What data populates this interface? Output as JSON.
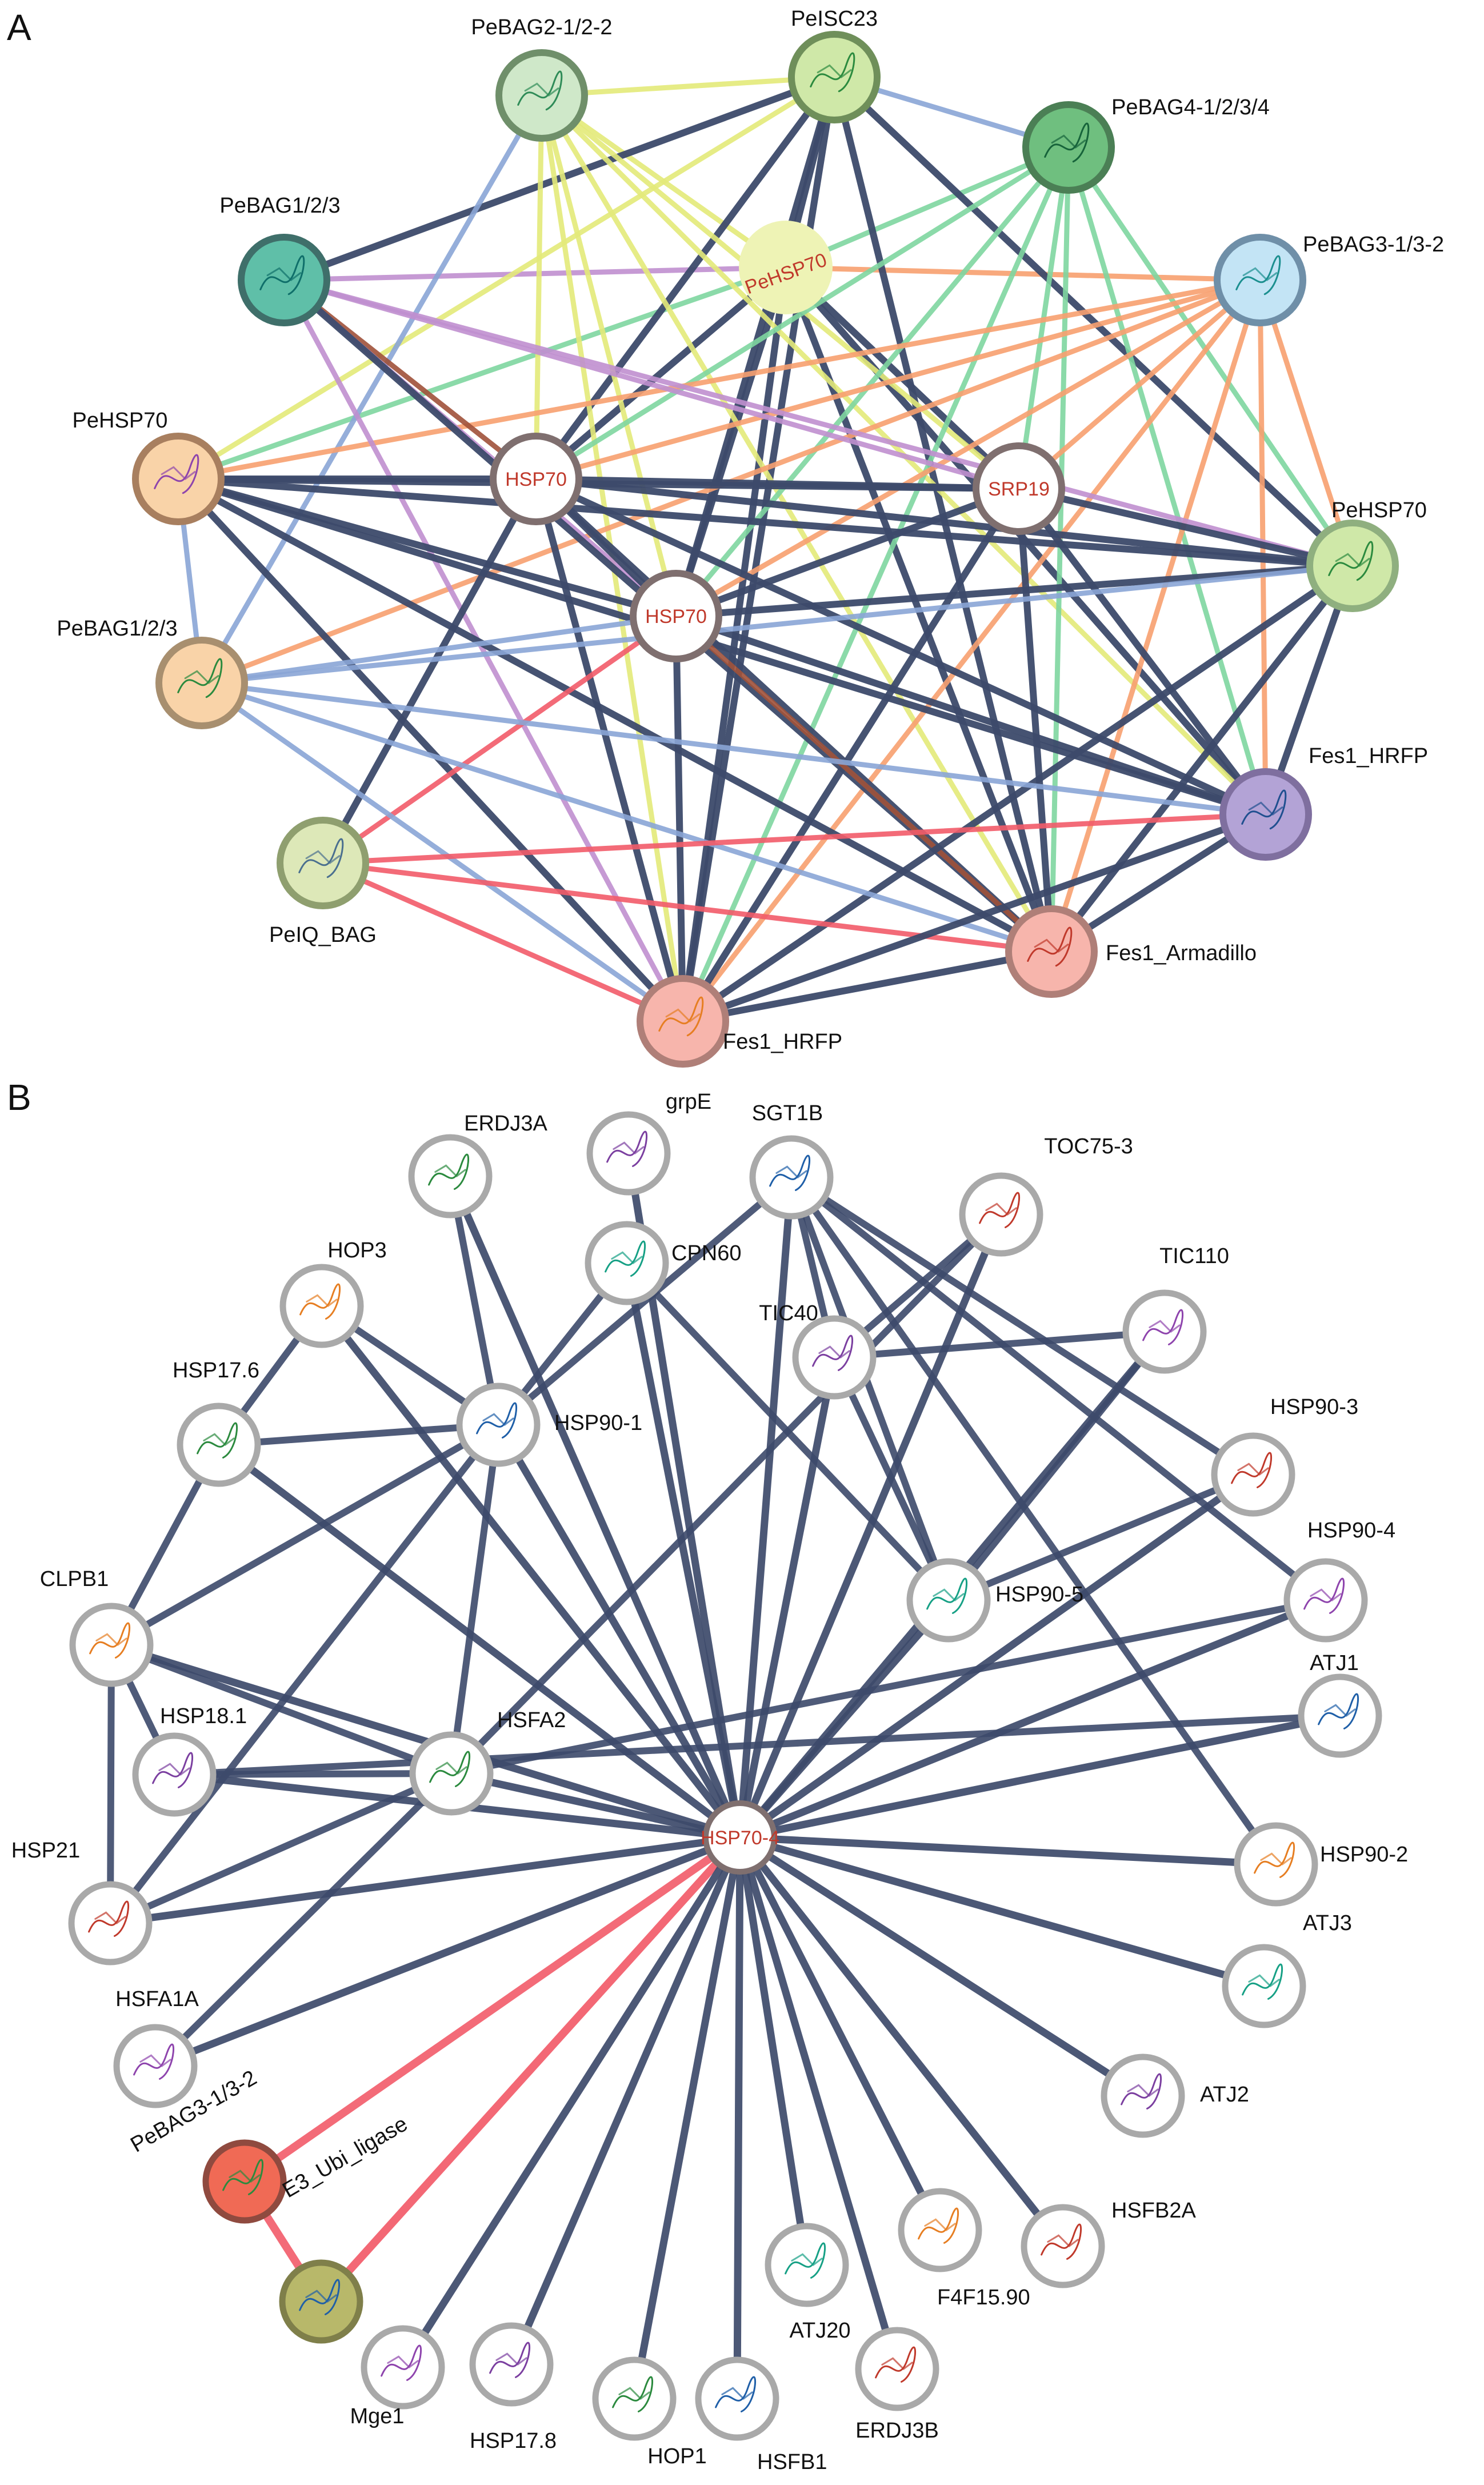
{
  "panels": {
    "A": {
      "label": "A",
      "nodes": [
        {
          "id": "bag2",
          "label": "PeBAG2-1/2-2",
          "fill": "#cfe8c9",
          "ring": "#6f8f6a",
          "glyph": "#2e8b57"
        },
        {
          "id": "isc23",
          "label": "PeISC23",
          "fill": "#cfe8a8",
          "ring": "#6f8f5a",
          "glyph": "#2b8a3e"
        },
        {
          "id": "bag4",
          "label": "PeBAG4-1/2/3/4",
          "fill": "#6fbf7f",
          "ring": "#4b7f55",
          "glyph": "#16633a"
        },
        {
          "id": "bag3",
          "label": "PeBAG3-1/3-2",
          "fill": "#c3e4f5",
          "ring": "#6f8fa8",
          "glyph": "#1b8f8f"
        },
        {
          "id": "bag1a",
          "label": "PeBAG1/2/3",
          "fill": "#5fbfa8",
          "ring": "#3f6f6a",
          "glyph": "#0f6f6a"
        },
        {
          "id": "hsp70top",
          "label": "PeHSP70",
          "fill": "#eef3b5",
          "ring": "#eef3b5",
          "glyph": "#c0392b"
        },
        {
          "id": "hsp70l",
          "label": "PeHSP70",
          "fill": "#f9d3a8",
          "ring": "#a87f5f",
          "glyph": "#8e44ad"
        },
        {
          "id": "hsp70c1",
          "label": "HSP70",
          "fill": "#ffffff",
          "ring": "#7f6f6f",
          "glyph": "#c0392b"
        },
        {
          "id": "srp19",
          "label": "SRP19",
          "fill": "#ffffff",
          "ring": "#7f6f6f",
          "glyph": "#c0392b"
        },
        {
          "id": "hsp70r",
          "label": "PeHSP70",
          "fill": "#cfe8a8",
          "ring": "#8faf7f",
          "glyph": "#2b8a3e"
        },
        {
          "id": "bag1b",
          "label": "PeBAG1/2/3",
          "fill": "#f9d3a8",
          "ring": "#a88f6f",
          "glyph": "#2b8a3e"
        },
        {
          "id": "hsp70c2",
          "label": "HSP70",
          "fill": "#ffffff",
          "ring": "#7f6f6f",
          "glyph": "#c0392b"
        },
        {
          "id": "fes1hrfpR",
          "label": "Fes1_HRFP",
          "fill": "#b3a3d6",
          "ring": "#7f6f9f",
          "glyph": "#1f4f8f"
        },
        {
          "id": "iqbag",
          "label": "PeIQ_BAG",
          "fill": "#dde8b8",
          "ring": "#8f9f6f",
          "glyph": "#4a6f8f"
        },
        {
          "id": "armadillo",
          "label": "Fes1_Armadillo",
          "fill": "#f7b5ac",
          "ring": "#af7f78",
          "glyph": "#c0392b"
        },
        {
          "id": "fes1hrfpB",
          "label": "Fes1_HRFP",
          "fill": "#f7b5ac",
          "ring": "#af7f78",
          "glyph": "#e67e22"
        }
      ]
    },
    "B": {
      "label": "B",
      "center_label": "HSP70-4",
      "nodes": [
        {
          "id": "grpE",
          "label": "grpE"
        },
        {
          "id": "erdj3a",
          "label": "ERDJ3A"
        },
        {
          "id": "sgt1b",
          "label": "SGT1B"
        },
        {
          "id": "toc75",
          "label": "TOC75-3"
        },
        {
          "id": "hop3",
          "label": "HOP3"
        },
        {
          "id": "cpn60",
          "label": "CPN60"
        },
        {
          "id": "tic110",
          "label": "TIC110"
        },
        {
          "id": "tic40",
          "label": "TIC40"
        },
        {
          "id": "hsp176",
          "label": "HSP17.6"
        },
        {
          "id": "hsp901",
          "label": "HSP90-1"
        },
        {
          "id": "hsp903",
          "label": "HSP90-3"
        },
        {
          "id": "clpb1",
          "label": "CLPB1"
        },
        {
          "id": "hsp905",
          "label": "HSP90-5"
        },
        {
          "id": "hsp904",
          "label": "HSP90-4"
        },
        {
          "id": "hsp181",
          "label": "HSP18.1"
        },
        {
          "id": "hsfa2",
          "label": "HSFA2"
        },
        {
          "id": "atj1",
          "label": "ATJ1"
        },
        {
          "id": "hsp21",
          "label": "HSP21"
        },
        {
          "id": "hsp902",
          "label": "HSP90-2"
        },
        {
          "id": "atj3",
          "label": "ATJ3"
        },
        {
          "id": "hsfa1a",
          "label": "HSFA1A"
        },
        {
          "id": "atj2",
          "label": "ATJ2"
        },
        {
          "id": "pebag3",
          "label": "PeBAG3-1/3-2"
        },
        {
          "id": "e3",
          "label": "E3_Ubi_ligase"
        },
        {
          "id": "hsfb2a",
          "label": "HSFB2A"
        },
        {
          "id": "f4f",
          "label": "F4F15.90"
        },
        {
          "id": "atj20",
          "label": "ATJ20"
        },
        {
          "id": "mge1",
          "label": "Mge1"
        },
        {
          "id": "hsp178",
          "label": "HSP17.8"
        },
        {
          "id": "hop1",
          "label": "HOP1"
        },
        {
          "id": "hsfb1",
          "label": "HSFB1"
        },
        {
          "id": "erdj3b",
          "label": "ERDJ3B"
        }
      ]
    }
  },
  "colors": {
    "edge_dark": "#3d4a6b",
    "edge_red": "#f25c6a",
    "edge_yellow": "#e4ea7a",
    "edge_green": "#7fd6a0",
    "edge_orange": "#f8a070",
    "edge_blue": "#8aa6d6",
    "edge_purple": "#c090d0",
    "edge_brown": "#a0523a",
    "node_ring_gray": "#a9a9a9",
    "bag3_fill": "#f06a55",
    "e3_fill": "#b8b86a"
  }
}
